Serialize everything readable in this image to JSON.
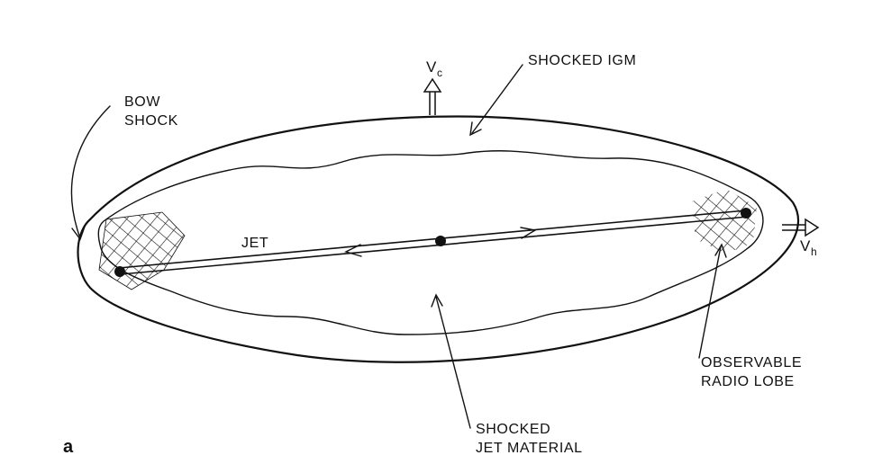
{
  "labels": {
    "vc_main": "V",
    "vc_sub": "c",
    "vh_main": "V",
    "vh_sub": "h",
    "shocked_igm": "SHOCKED IGM",
    "bow_line1": "BOW",
    "bow_line2": "SHOCK",
    "jet": "JET",
    "lobe_line1": "OBSERVABLE",
    "lobe_line2": "RADIO LOBE",
    "jetmat_line1": "SHOCKED",
    "jetmat_line2": "JET MATERIAL",
    "panel": "a"
  }
}
